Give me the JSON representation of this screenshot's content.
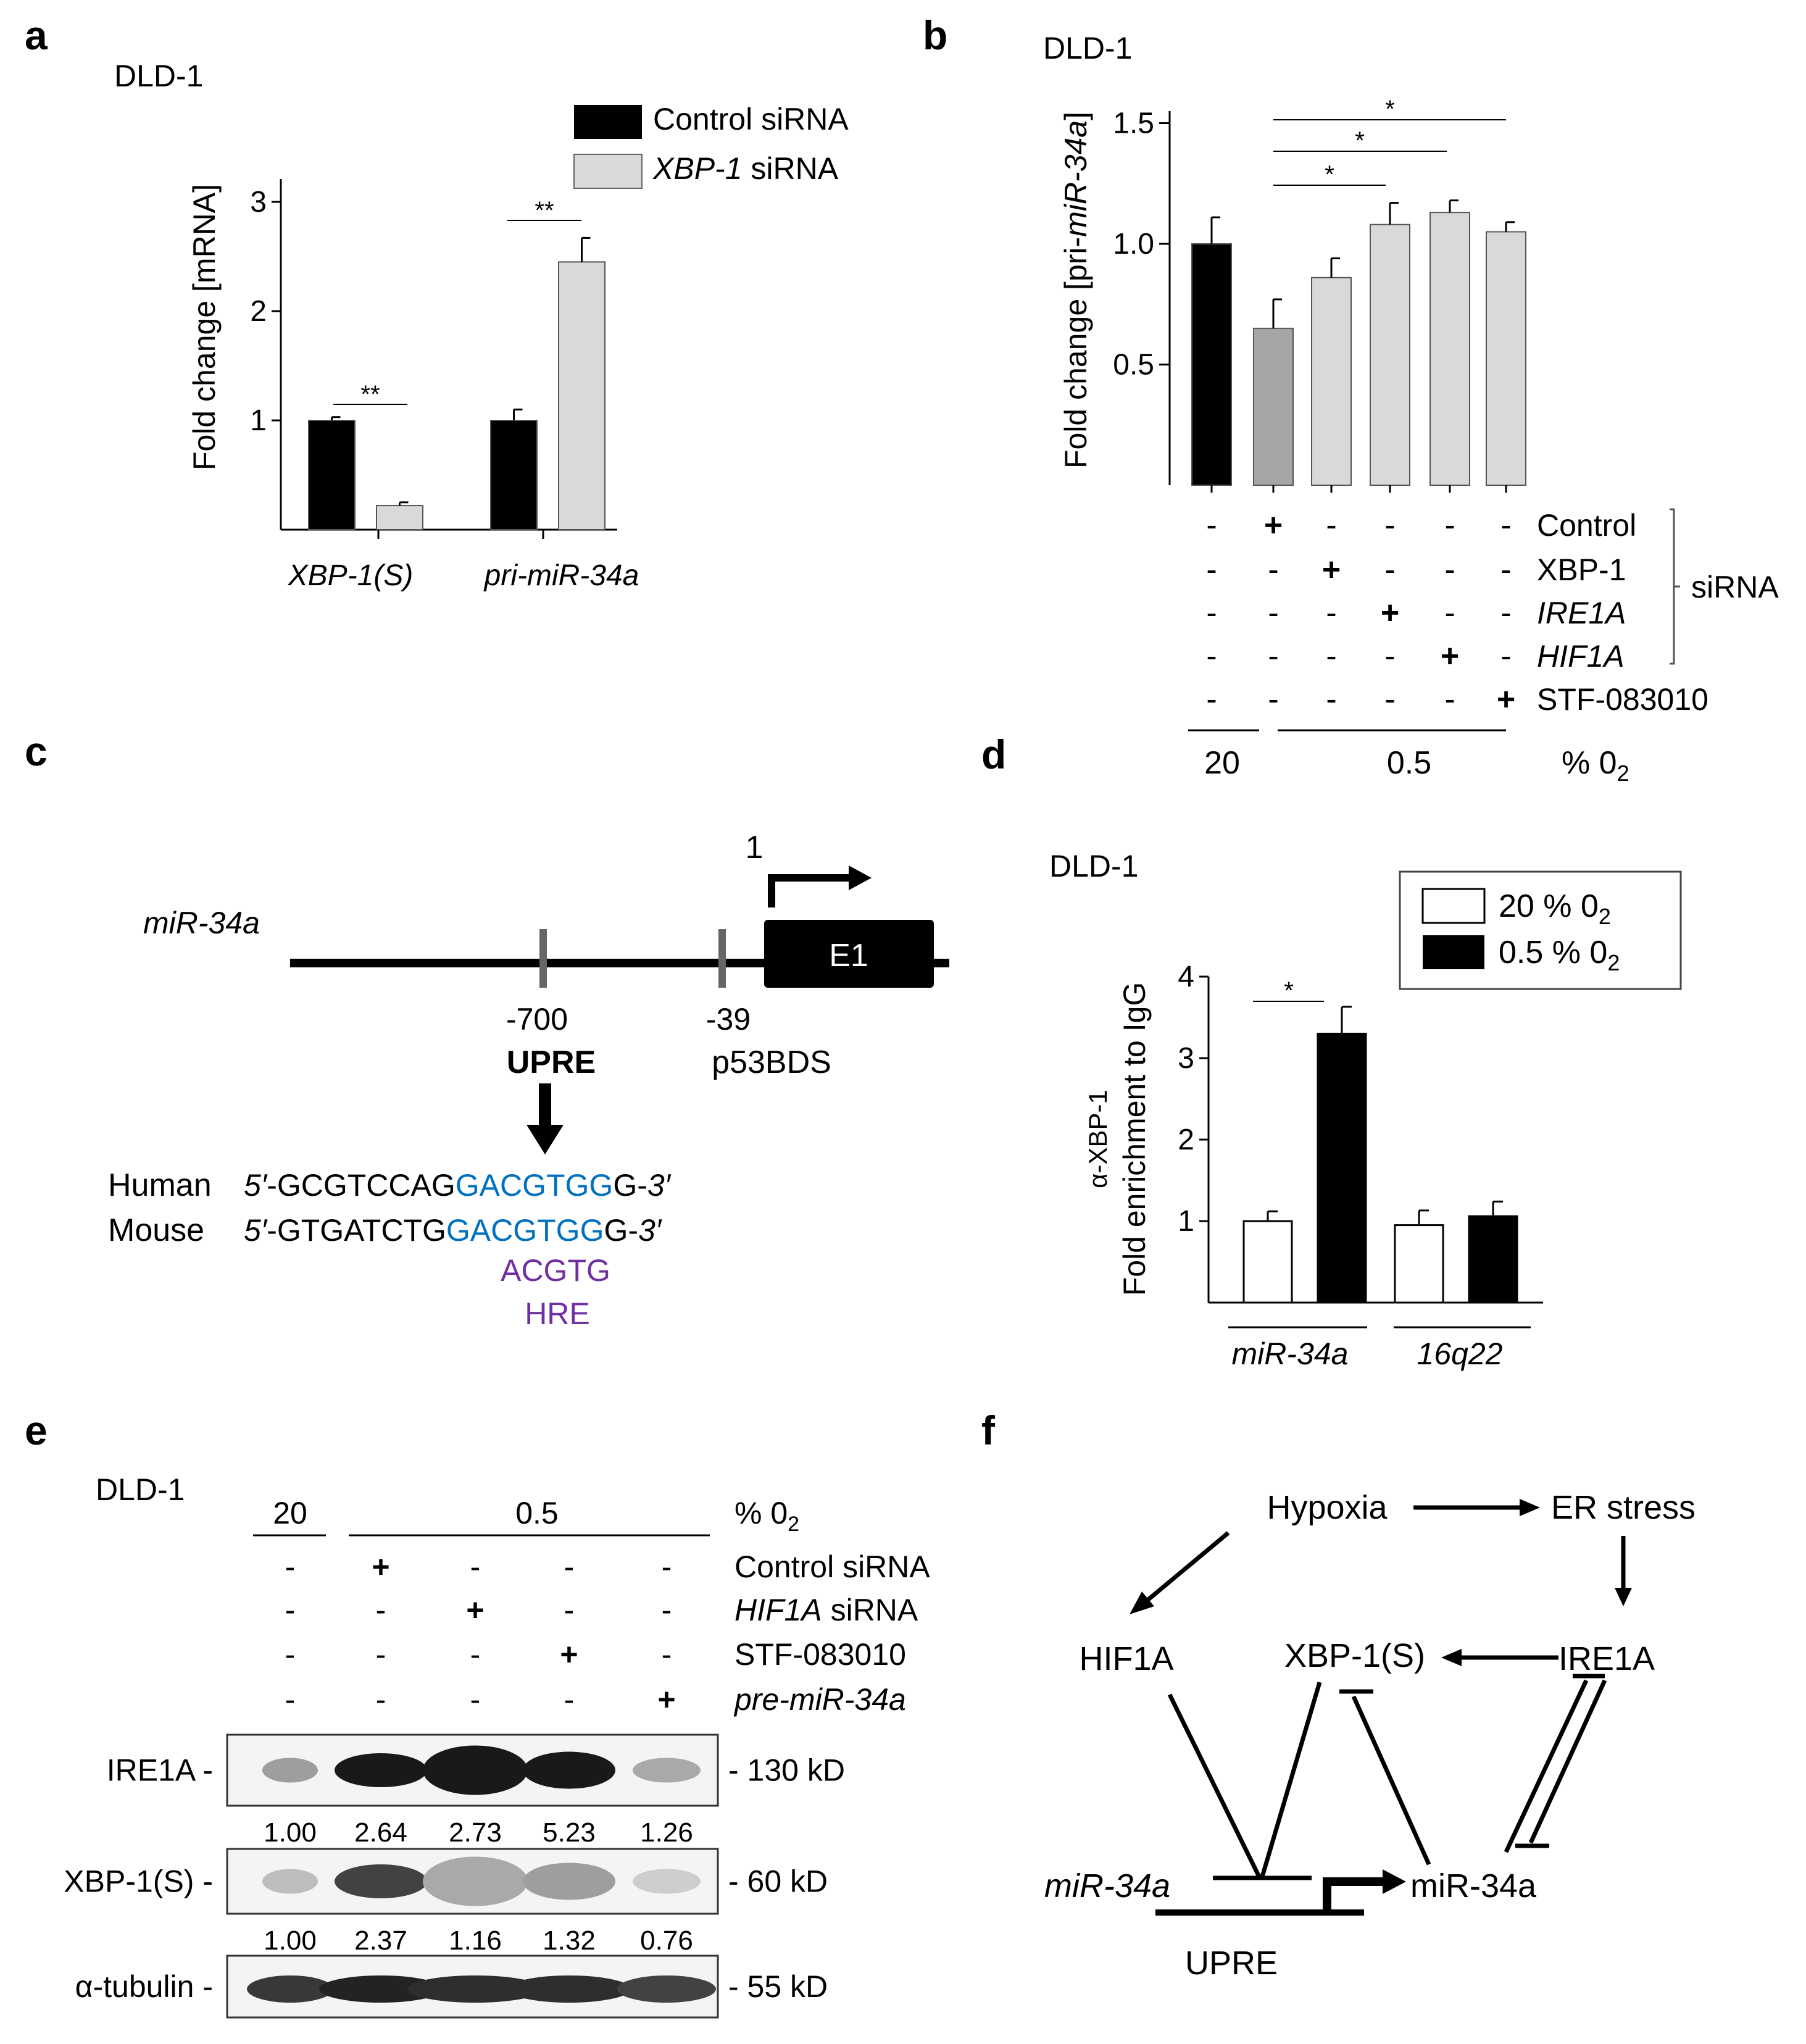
{
  "panels": {
    "a": {
      "letter": "a",
      "cell": "DLD-1",
      "legend": [
        "Control siRNA",
        "XBP-1",
        " siRNA"
      ],
      "ylabel": "Fold change [mRNA]",
      "yticks": [
        "1",
        "2",
        "3"
      ],
      "xticks": [
        "XBP-1(S)",
        "pri-miR-34a"
      ],
      "sig": [
        "**",
        "**"
      ]
    },
    "b": {
      "letter": "b",
      "cell": "DLD-1",
      "ylabel_pre": "Fold change  [pri-",
      "ylabel_it": "miR-34a",
      "ylabel_post": "]",
      "yticks": [
        "0.5",
        "1.0",
        "1.5"
      ],
      "sig": [
        "*",
        "*",
        "*"
      ],
      "rows": [
        {
          "label": "Control",
          "italic": false,
          "signs": [
            "-",
            "+",
            "-",
            "-",
            "-",
            "-"
          ]
        },
        {
          "label": "XBP-1",
          "italic": false,
          "signs": [
            "-",
            "-",
            "+",
            "-",
            "-",
            "-"
          ]
        },
        {
          "label": "IRE1A",
          "italic": true,
          "signs": [
            "-",
            "-",
            "-",
            "+",
            "-",
            "-"
          ]
        },
        {
          "label": "HIF1A",
          "italic": true,
          "signs": [
            "-",
            "-",
            "-",
            "-",
            "+",
            "-"
          ]
        },
        {
          "label": "STF-083010",
          "italic": false,
          "signs": [
            "-",
            "-",
            "-",
            "-",
            "-",
            "+"
          ]
        }
      ],
      "sirna": "siRNA",
      "o2_20": "20",
      "o2_05": "0.5",
      "o2_label": "% 0",
      "o2_sub": "2"
    },
    "c": {
      "letter": "c",
      "gene": "miR-34a",
      "tss": "1",
      "exon": "E1",
      "upre_pos": "-700",
      "upre": "UPRE",
      "p53_pos": "-39",
      "p53": "p53BDS",
      "human": "Human",
      "mouse": "Mouse",
      "five": "5′",
      "three": "3′",
      "human_a": "-GCGTCCAG",
      "human_b": "GACGTGG",
      "human_c": "G-",
      "mouse_a": "-GTGATCTG",
      "mouse_b": "GACGTGG",
      "mouse_c": "G-",
      "hre_seq": "ACGTG",
      "hre": "HRE",
      "blue": "#0070C0",
      "purple": "#7030A0"
    },
    "d": {
      "letter": "d",
      "cell": "DLD-1",
      "legend": [
        "20  % 0",
        "0.5 % 0"
      ],
      "legend_sub": "2",
      "ylabel1": "α-XBP-1",
      "ylabel2": "Fold enrichment to IgG",
      "yticks": [
        "1",
        "2",
        "3",
        "4"
      ],
      "xticks": [
        "miR-34a",
        "16q22"
      ],
      "sig": [
        "*"
      ]
    },
    "e": {
      "letter": "e",
      "cell": "DLD-1",
      "o2_20": "20",
      "o2_05": "0.5",
      "o2_label": "% 0",
      "o2_sub": "2",
      "rows": [
        {
          "label_it": "",
          "label": "Control siRNA",
          "signs": [
            "-",
            "+",
            "-",
            "-",
            "-"
          ]
        },
        {
          "label_it": "HIF1A",
          "label": " siRNA",
          "signs": [
            "-",
            "-",
            "+",
            "-",
            "-"
          ]
        },
        {
          "label_it": "",
          "label": "STF-083010",
          "signs": [
            "-",
            "-",
            "-",
            "+",
            "-"
          ]
        },
        {
          "label_it": "pre-miR-34a",
          "label": "",
          "signs": [
            "-",
            "-",
            "-",
            "-",
            "+"
          ]
        }
      ],
      "blots": [
        {
          "name": "IRE1A",
          "size": "130 kD",
          "values": [
            "1.00",
            "2.64",
            "2.73",
            "5.23",
            "1.26"
          ]
        },
        {
          "name": "XBP-1(S)",
          "size": "60 kD",
          "values": [
            "1.00",
            "2.37",
            "1.16",
            "1.32",
            "0.76"
          ]
        },
        {
          "name": "α-tubulin",
          "size": "55 kD",
          "values": []
        }
      ]
    },
    "f": {
      "letter": "f",
      "hypoxia": "Hypoxia",
      "er": "ER stress",
      "hif": "HIF1A",
      "xbp": "XBP-1(S)",
      "ire": "IRE1A",
      "gene": "miR-34a",
      "mir": "miR-34a",
      "upre": "UPRE"
    }
  },
  "chart_data": [
    {
      "type": "bar",
      "title": "",
      "categories": [
        "XBP-1(S)",
        "pri-miR-34a"
      ],
      "series": [
        {
          "name": "Control siRNA",
          "values": [
            1.0,
            1.0
          ],
          "errors": [
            0.03,
            0.1
          ]
        },
        {
          "name": "XBP-1 siRNA",
          "values": [
            0.22,
            2.45
          ],
          "errors": [
            0.03,
            0.22
          ]
        }
      ],
      "ylabel": "Fold change [mRNA]",
      "ylim": [
        0,
        3.3
      ],
      "colors": [
        "#000000",
        "#d9d9d9"
      ]
    },
    {
      "type": "bar",
      "title": "",
      "categories": [
        "20% O2 untreated",
        "Control siRNA",
        "XBP-1 siRNA",
        "IRE1A siRNA",
        "HIF1A siRNA",
        "STF-083010"
      ],
      "values": [
        1.0,
        0.65,
        0.86,
        1.08,
        1.13,
        1.05
      ],
      "errors": [
        0.11,
        0.12,
        0.08,
        0.09,
        0.05,
        0.04
      ],
      "ylabel": "Fold change  [pri-miR-34a]",
      "ylim": [
        0,
        1.5
      ],
      "colors": [
        "#000000",
        "#a6a6a6",
        "#d9d9d9",
        "#d9d9d9",
        "#d9d9d9",
        "#d9d9d9"
      ]
    },
    {
      "type": "bar",
      "title": "",
      "categories": [
        "miR-34a",
        "16q22"
      ],
      "series": [
        {
          "name": "20  % 02",
          "values": [
            1.0,
            0.95
          ],
          "errors": [
            0.12,
            0.18
          ]
        },
        {
          "name": "0.5 % 02",
          "values": [
            3.3,
            1.06
          ],
          "errors": [
            0.33,
            0.18
          ]
        }
      ],
      "ylabel": "α-XBP-1 Fold enrichment to IgG",
      "ylim": [
        0,
        4
      ],
      "colors": [
        "#ffffff",
        "#000000"
      ]
    }
  ]
}
